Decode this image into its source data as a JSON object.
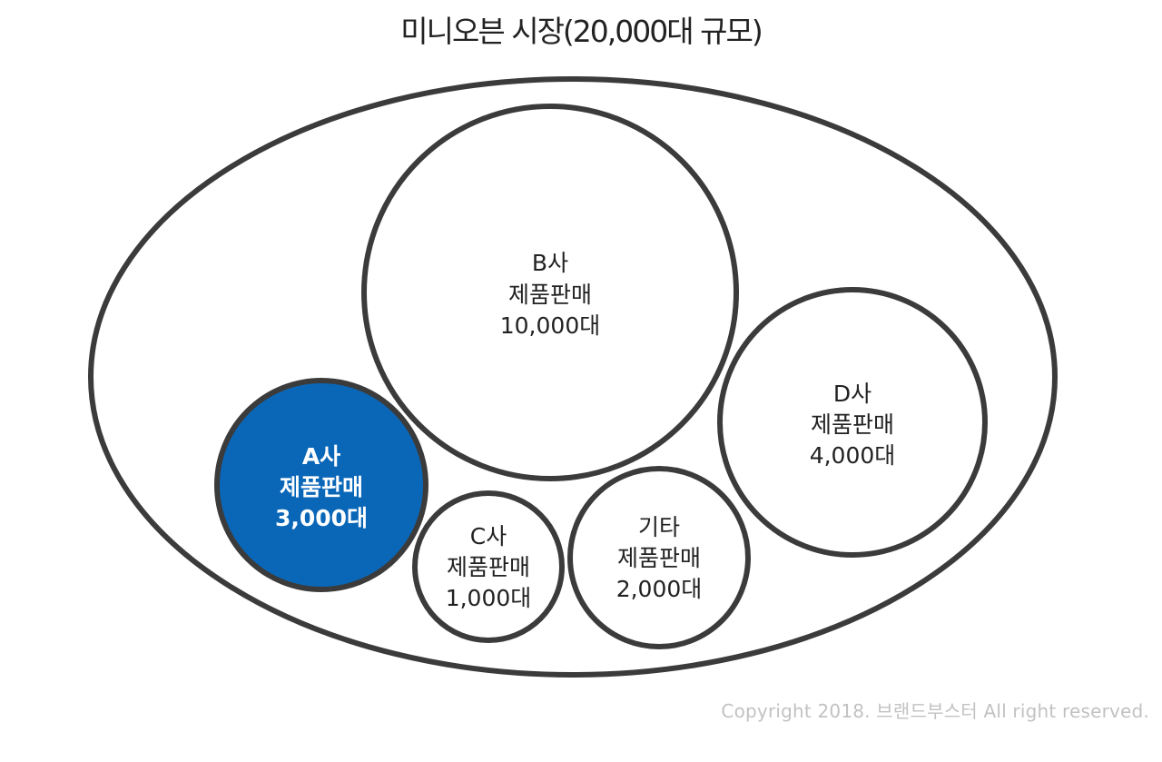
{
  "title": "미니오븐 시장(20,000대 규모)",
  "copyright": "Copyright 2018. 브랜드부스터 All right reserved.",
  "colors": {
    "stroke": "#3b3b3b",
    "highlight_fill": "#0a67b8",
    "highlight_text": "#ffffff",
    "text": "#222222"
  },
  "market": {
    "name": "미니오븐 시장",
    "total_units": 20000
  },
  "nodes": [
    {
      "id": "b",
      "line1": "B사",
      "line2": "제품판매",
      "line3": "10,000대",
      "units": 10000,
      "highlight": false
    },
    {
      "id": "d",
      "line1": "D사",
      "line2": "제품판매",
      "line3": "4,000대",
      "units": 4000,
      "highlight": false
    },
    {
      "id": "a",
      "line1": "A사",
      "line2": "제품판매",
      "line3": "3,000대",
      "units": 3000,
      "highlight": true
    },
    {
      "id": "c",
      "line1": "C사",
      "line2": "제품판매",
      "line3": "1,000대",
      "units": 1000,
      "highlight": false
    },
    {
      "id": "etc",
      "line1": "기타",
      "line2": "제품판매",
      "line3": "2,000대",
      "units": 2000,
      "highlight": false
    }
  ]
}
